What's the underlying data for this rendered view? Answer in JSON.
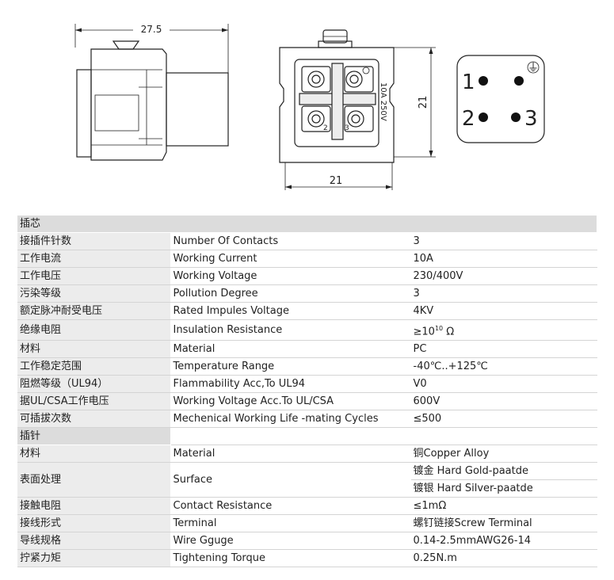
{
  "drawing": {
    "dim_width_side": "27.5",
    "dim_width_front": "21",
    "dim_height_front": "21",
    "rating_label": "10A 250V",
    "pin_labels_front": [
      "2",
      "3"
    ],
    "pinout": [
      "1",
      "2",
      "3"
    ],
    "ground_symbol": "⏚"
  },
  "spec": {
    "section_insert": "插芯",
    "section_pin": "插针",
    "insert_rows": [
      {
        "cn": "接插件针数",
        "en": "Number Of Contacts",
        "value": "3"
      },
      {
        "cn": "工作电流",
        "en": "Working Current",
        "value": "10A"
      },
      {
        "cn": "工作电压",
        "en": "Working Voltage",
        "value": "230/400V"
      },
      {
        "cn": "污染等级",
        "en": "Pollution Degree",
        "value": "3"
      },
      {
        "cn": "额定脉冲耐受电压",
        "en": "Rated Impules Voltage",
        "value": "4KV"
      },
      {
        "cn": "绝缘电阻",
        "en": "Insulation Resistance",
        "value_pre": "≥10",
        "value_sup": "10",
        "value_post": " Ω"
      },
      {
        "cn": "材料",
        "en": "Material",
        "value": "PC"
      },
      {
        "cn": "工作稳定范围",
        "en": "Temperature Range",
        "value": "-40℃..+125℃"
      },
      {
        "cn": "阻燃等级（UL94）",
        "en": "Flammability Acc,To UL94",
        "value": "V0"
      },
      {
        "cn": "据UL/CSA工作电压",
        "en": "Working Voltage Acc.To UL/CSA",
        "value": "600V"
      },
      {
        "cn": "可插拔次数",
        "en": "Mechenical Working Life -mating Cycles",
        "value": "≤500"
      }
    ],
    "pin_rows": [
      {
        "cn": "材料",
        "en": "Material",
        "value": "铜Copper Alloy"
      },
      {
        "cn": "表面处理",
        "en": "Surface",
        "value_a": "镀金 Hard Gold-paatde",
        "value_b": "镀银 Hard Silver-paatde"
      },
      {
        "cn": "接触电阻",
        "en": "Contact Resistance",
        "value": "≤1mΩ"
      },
      {
        "cn": "接线形式",
        "en": "Terminal",
        "value": "螺钉链接Screw Terminal"
      },
      {
        "cn": "导线规格",
        "en": "Wire Gguge",
        "value": "0.14-2.5mmAWG26-14"
      },
      {
        "cn": "拧紧力矩",
        "en": "Tightening Torque",
        "value": "0.25N.m"
      }
    ]
  }
}
